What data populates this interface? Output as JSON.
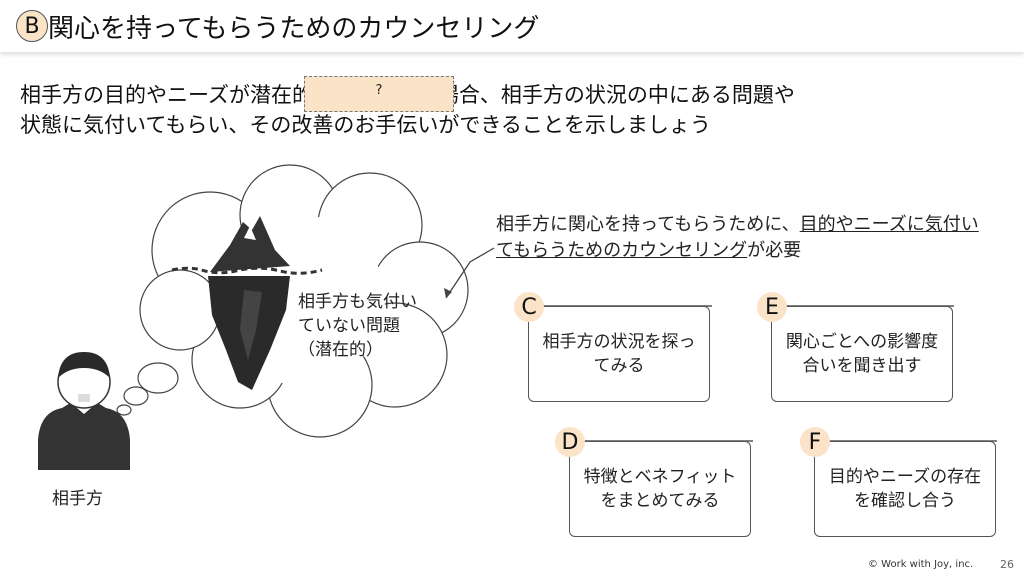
{
  "header": {
    "badge": "B",
    "title": "関心を持ってもらうためのカウンセリング"
  },
  "lead": {
    "part1": "相手方の目的やニーズが",
    "hidden": "潜在的",
    "part2": "になっている場合、相手方の状況の中にある問題や",
    "line2": "状態に気付いてもらい、その改善のお手伝いができることを示しましょう",
    "blank_label": "?"
  },
  "cloud": {
    "text": "相手方も気付いていない問題（潜在的）"
  },
  "person": {
    "label": "相手方"
  },
  "note": {
    "part1": "相手方に関心を持ってもらうために、",
    "underlined": "目的やニーズに気付いてもらうためのカウンセリング",
    "part2": "が必要"
  },
  "cards": [
    {
      "letter": "C",
      "text": "相手方の状況を探ってみる"
    },
    {
      "letter": "E",
      "text": "関心ごとへの影響度合いを聞き出す"
    },
    {
      "letter": "D",
      "text": "特徴とベネフィットをまとめてみる"
    },
    {
      "letter": "F",
      "text": "目的やニーズの存在を確認し合う"
    }
  ],
  "footer": {
    "copyright": "© Work with Joy, inc.",
    "page": "26"
  }
}
